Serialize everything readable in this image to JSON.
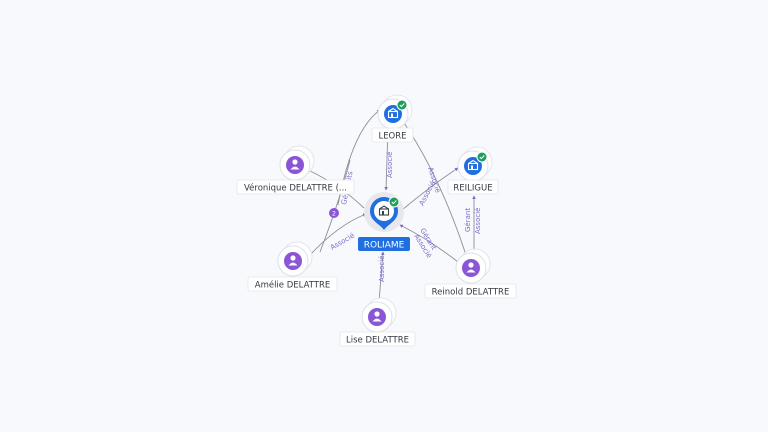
{
  "nodes": {
    "roliame": {
      "label": "ROLIAME",
      "type": "company-center"
    },
    "leore": {
      "label": "LEORE",
      "type": "company"
    },
    "reiligue": {
      "label": "REILIGUE",
      "type": "company"
    },
    "veronique": {
      "label": "Véronique DELATTRE (...",
      "type": "person"
    },
    "amelie": {
      "label": "Amélie DELATTRE",
      "type": "person"
    },
    "reinold": {
      "label": "Reinold DELATTRE",
      "type": "person"
    },
    "lise": {
      "label": "Lise DELATTRE",
      "type": "person"
    }
  },
  "edges": {
    "leore_roliame": "Associé",
    "leore_reiligue": "Associé",
    "roliame_reiligue": "Associé",
    "veronique_leore_a": "Gér...",
    "veronique_leore_b": "its",
    "amelie_roliame": "Associé",
    "reinold_roliame_a": "Gérant",
    "reinold_roliame_b": "Associé",
    "reinold_reiligue_a": "Gérant",
    "reinold_reiligue_b": "Associé",
    "lise_roliame": "Associé",
    "cluster_count": "2"
  },
  "colors": {
    "company": "#1f6fe0",
    "person": "#8a55d6",
    "verified": "#1e9e5a",
    "edge_label": "#7b6cc8",
    "edge": "#8a8f99"
  },
  "icons": {
    "company": "building-icon",
    "person": "person-icon",
    "verified": "check-badge-icon"
  }
}
